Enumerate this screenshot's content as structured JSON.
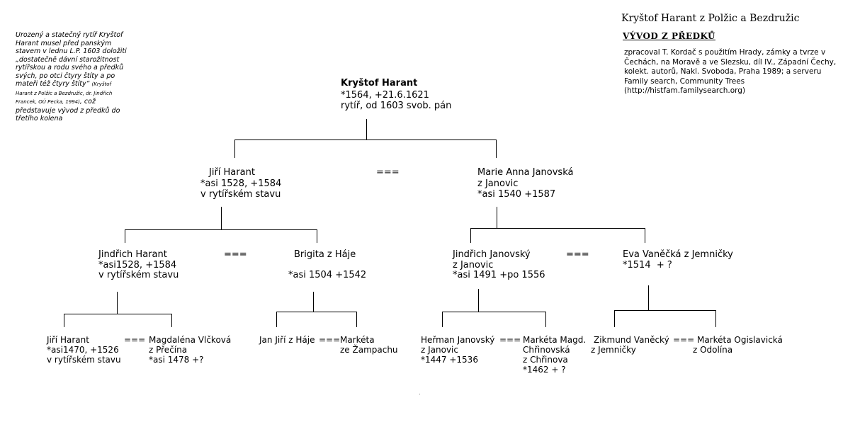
{
  "header": {
    "title": "Kryštof Harant z Polžic a Bezdružic",
    "subtitle": "VÝVOD Z PŘEDKŮ",
    "source": "zpracoval T. Kordač s použitím Hrady, zámky a tvrze v Čechách, na Moravě a ve Slezsku, díl IV., Západní Čechy, kolekt. autorů, Nakl. Svoboda, Praha 1989; a serveru Family search, Community Trees (http://histfam.familysearch.org)"
  },
  "intro": {
    "text_before": "Urozený a statečný rytíř Kryštof Harant musel před panským stavem v lednu L.P. 1603 doložiti „dostatečně dávní starožitnost rytířskou a rodu svého a předků svých, po otci čtyry štíty a po mateři též čtyry štíty“ ",
    "citation": "(Kryštof Harant z Polžic a Bezdružic, dr. Jindřich Francek, OÚ Pecka, 1994)",
    "text_after": ", což představuje vývod z předků do třetího kolena"
  },
  "marriage_symbol": "===",
  "persons": {
    "krystof": {
      "name": "Kryštof Harant",
      "l1": "*1564, +21.6.1621",
      "l2": "rytíř, od 1603 svob. pán"
    },
    "jiri": {
      "name": "Jiří Harant",
      "l1": "*asi 1528, +1584",
      "l2": "v rytířském stavu"
    },
    "marie": {
      "name": "Marie Anna Janovská",
      "l1": "z Janovic",
      "l2": "*asi 1540 +1587"
    },
    "jindrich_h": {
      "name": "Jindřich Harant",
      "l1": "*asi1528, +1584",
      "l2": "v rytířském stavu"
    },
    "brigita": {
      "name": "Brigita z Háje",
      "l1": "*asi 1504 +1542"
    },
    "jindrich_j": {
      "name": "Jindřich Janovský",
      "l1": "z Janovic",
      "l2": "*asi 1491 +po 1556"
    },
    "eva": {
      "name": "Eva Vaněčká z Jemničky",
      "l1": "*1514  + ?"
    },
    "jiri2": {
      "name": "Jiří Harant",
      "l1": "*asi1470, +1526",
      "l2": "v rytířském stavu"
    },
    "magdalena": {
      "name": "Magdaléna Vlčková",
      "l1": "z Přečína",
      "l2": "*asi 1478 +?"
    },
    "jan_jiri": {
      "name": "Jan Jiří z Háje"
    },
    "marketa_z": {
      "name": "Markéta",
      "l1": "ze Žampachu"
    },
    "herman": {
      "name": "Heřman Janovský",
      "l1": "z Janovic",
      "l2": "*1447 +1536"
    },
    "marketa_m": {
      "name": "Markéta Magd.",
      "l1": "Chřinovská",
      "l2": "z Chřinova",
      "l3": "*1462 + ?"
    },
    "zikmund": {
      "name": "Zikmund Vaněcký",
      "l1": "z Jemničky"
    },
    "marketa_o": {
      "name": "Markéta Ogislavická",
      "l1": "z Odolína"
    }
  }
}
